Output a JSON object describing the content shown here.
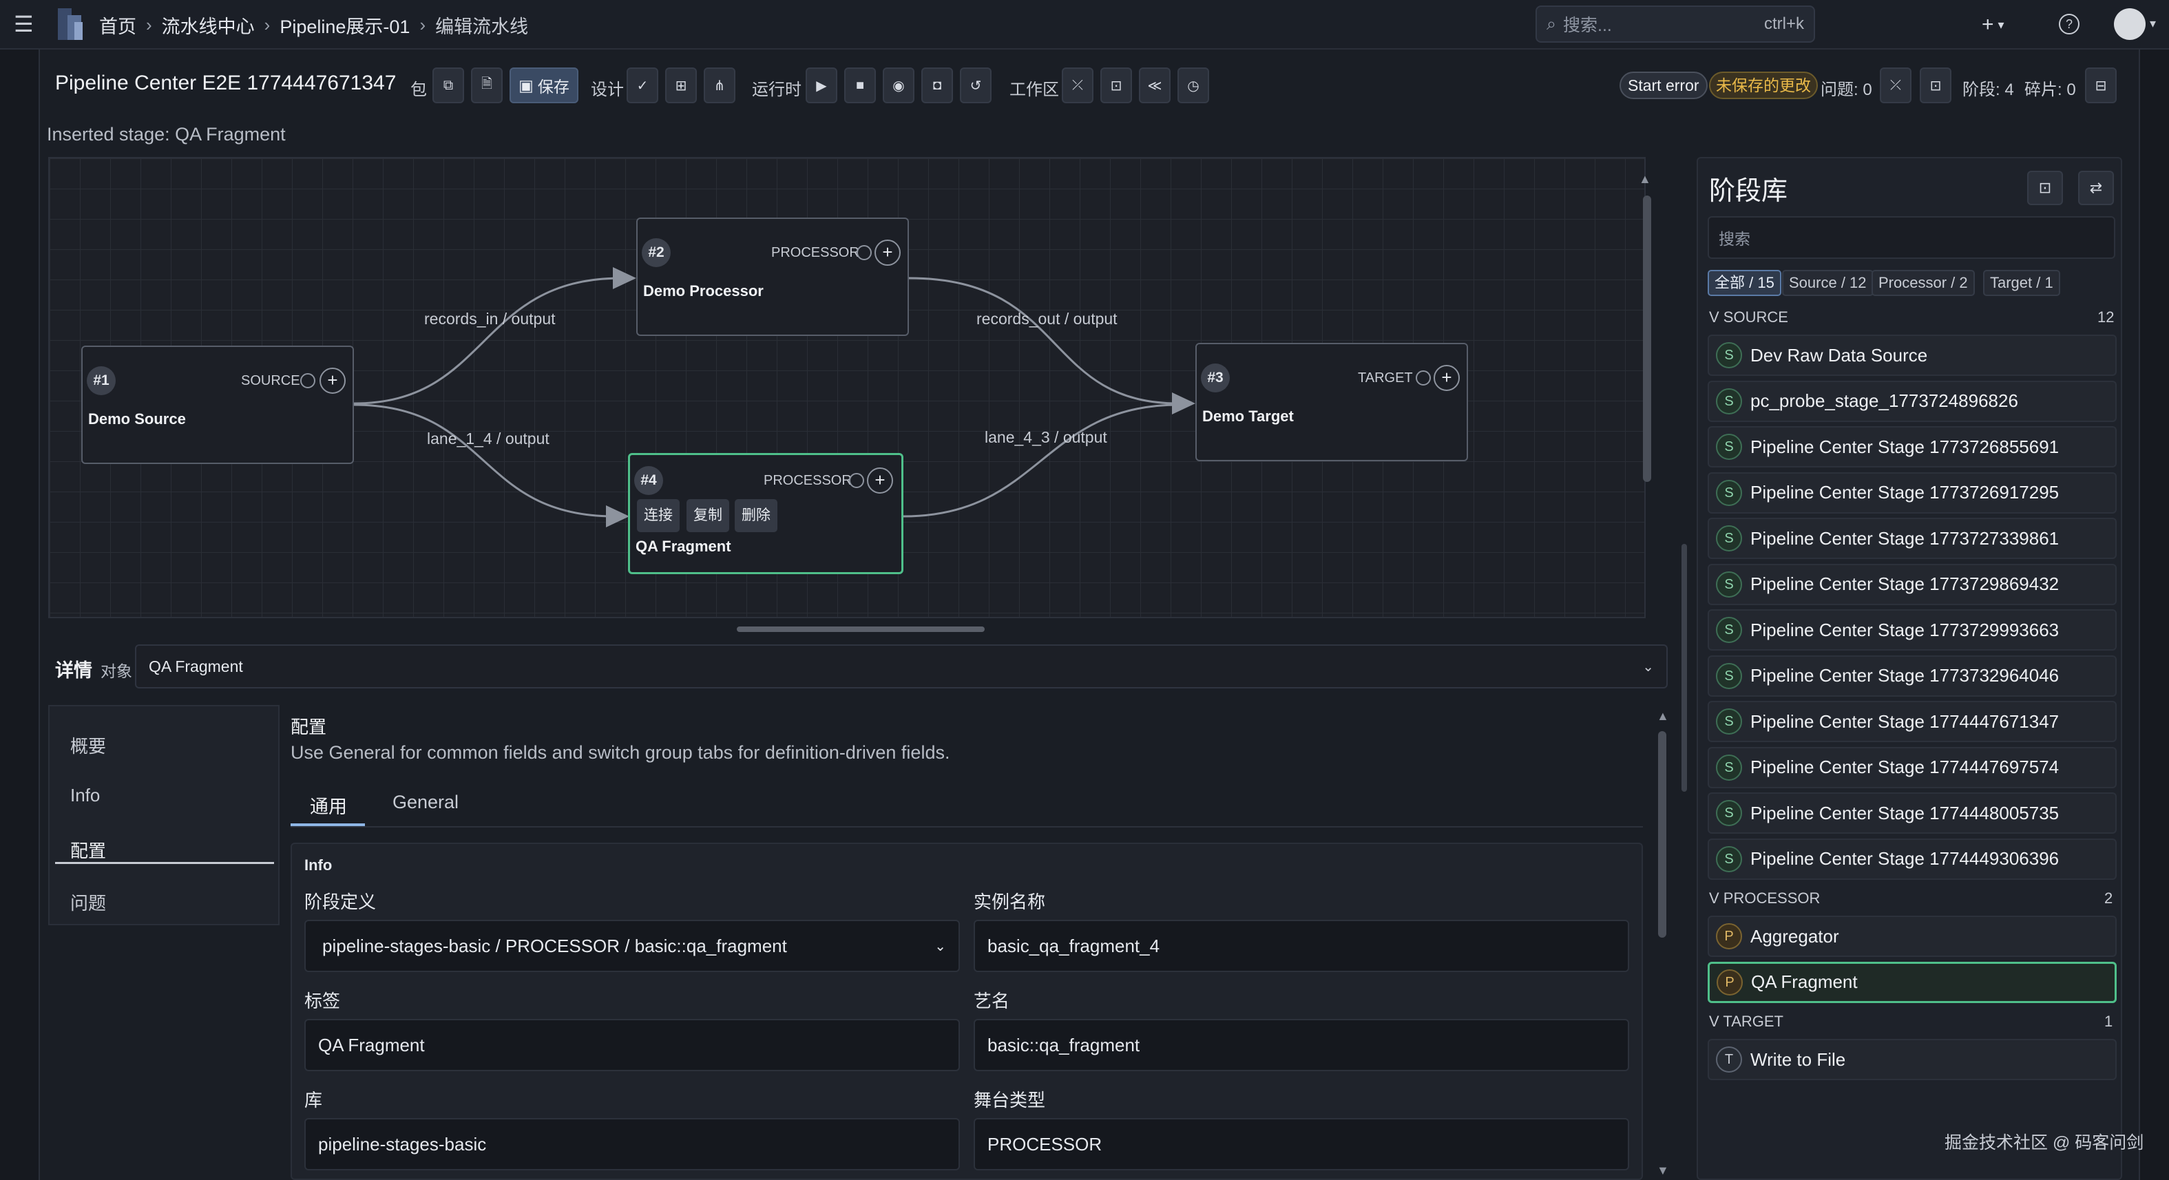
{
  "breadcrumb": {
    "home": "首页",
    "center": "流水线中心",
    "pipeline": "Pipeline展示-01",
    "current": "编辑流水线"
  },
  "search": {
    "placeholder": "搜索...",
    "shortcut": "ctrl+k"
  },
  "toolbar": {
    "title": "Pipeline Center E2E 1774447671347",
    "group_package": "包",
    "save_label": "保存",
    "group_design": "设计",
    "group_runtime": "运行时",
    "group_workspace": "工作区",
    "start_error": "Start error",
    "unsaved": "未保存的更改",
    "issues": "问题: 0",
    "stages": "阶段: 4",
    "fragments": "碎片: 0"
  },
  "status_message": "Inserted stage: QA Fragment",
  "canvas": {
    "nodes": [
      {
        "id": "#1",
        "type": "SOURCE",
        "name": "Demo Source"
      },
      {
        "id": "#2",
        "type": "PROCESSOR",
        "name": "Demo Processor"
      },
      {
        "id": "#3",
        "type": "TARGET",
        "name": "Demo Target"
      },
      {
        "id": "#4",
        "type": "PROCESSOR",
        "name": "QA Fragment",
        "actions": [
          "连接",
          "复制",
          "删除"
        ]
      }
    ],
    "edges": [
      "records_in / output",
      "records_out / output",
      "lane_1_4 / output",
      "lane_4_3 / output"
    ]
  },
  "details": {
    "title": "详情",
    "object_label": "对象",
    "object_value": "QA Fragment",
    "nav": [
      "概要",
      "Info",
      "配置",
      "问题"
    ],
    "config_title": "配置",
    "config_desc": "Use General for common fields and switch group tabs for definition-driven fields.",
    "tabs": [
      "通用",
      "General"
    ],
    "section": "Info",
    "fields": {
      "definition_label": "阶段定义",
      "definition_value": "pipeline-stages-basic / PROCESSOR / basic::qa_fragment",
      "instance_label": "实例名称",
      "instance_value": "basic_qa_fragment_4",
      "tag_label": "标签",
      "tag_value": "QA Fragment",
      "alias_label": "艺名",
      "alias_value": "basic::qa_fragment",
      "lib_label": "库",
      "lib_value": "pipeline-stages-basic",
      "stage_type_label": "舞台类型",
      "stage_type_value": "PROCESSOR"
    }
  },
  "library": {
    "title": "阶段库",
    "search_placeholder": "搜索",
    "chips": [
      "全部 / 15",
      "Source / 12",
      "Processor / 2",
      "Target / 1"
    ],
    "groups": [
      {
        "label": "V SOURCE",
        "count": "12",
        "badge": "S",
        "items": [
          "Dev Raw Data Source",
          "pc_probe_stage_1773724896826",
          "Pipeline Center Stage 1773726855691",
          "Pipeline Center Stage 1773726917295",
          "Pipeline Center Stage 1773727339861",
          "Pipeline Center Stage 1773729869432",
          "Pipeline Center Stage 1773729993663",
          "Pipeline Center Stage 1773732964046",
          "Pipeline Center Stage 1774447671347",
          "Pipeline Center Stage 1774447697574",
          "Pipeline Center Stage 1774448005735",
          "Pipeline Center Stage 1774449306396"
        ]
      },
      {
        "label": "V PROCESSOR",
        "count": "2",
        "badge": "P",
        "items": [
          "Aggregator",
          "QA Fragment"
        ]
      },
      {
        "label": "V TARGET",
        "count": "1",
        "badge": "T",
        "items": [
          "Write to File"
        ]
      }
    ]
  },
  "watermark": "掘金技术社区 @ 码客问剑",
  "icons": {
    "menu": "menu-icon",
    "save": "save-icon",
    "search": "search-icon",
    "help": "help-icon",
    "plus": "plus-icon",
    "chevron": "chevron-down-icon"
  },
  "colors": {
    "selected": "#4fbf8a",
    "unsaved": "#e9b949",
    "background": "#16191f"
  }
}
